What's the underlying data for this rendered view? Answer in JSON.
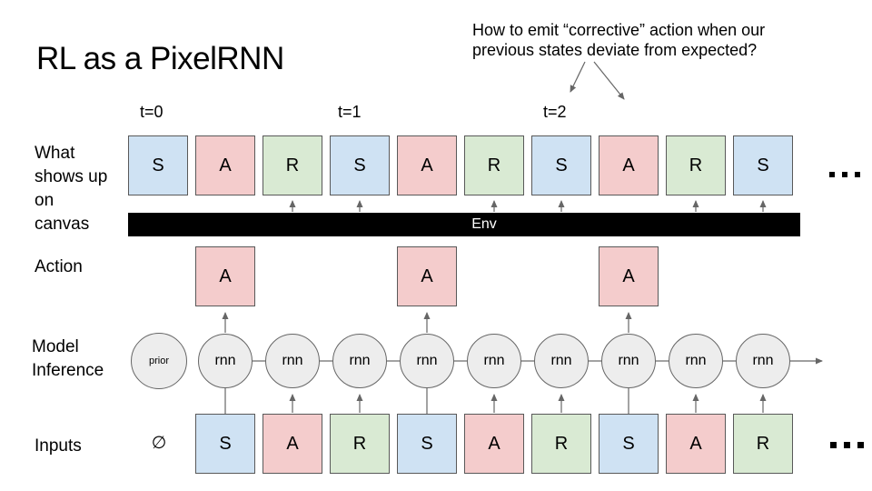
{
  "slide": {
    "title": "RL as a PixelRNN",
    "annotation": {
      "line1": "How to emit “corrective” action when our",
      "line2": "previous states deviate from expected?"
    },
    "time_labels": [
      "t=0",
      "t=1",
      "t=2"
    ],
    "row_labels": {
      "canvas_lines": [
        "What",
        "shows up",
        "on",
        "canvas"
      ],
      "action": "Action",
      "model_lines": [
        "Model",
        "Inference"
      ],
      "inputs": "Inputs"
    },
    "env_label": "Env",
    "canvas_row": {
      "cells": [
        {
          "letter": "S",
          "type": "state",
          "env_arrow": false
        },
        {
          "letter": "A",
          "type": "action",
          "env_arrow": false
        },
        {
          "letter": "R",
          "type": "reward",
          "env_arrow": true
        },
        {
          "letter": "S",
          "type": "state",
          "env_arrow": true
        },
        {
          "letter": "A",
          "type": "action",
          "env_arrow": false
        },
        {
          "letter": "R",
          "type": "reward",
          "env_arrow": true
        },
        {
          "letter": "S",
          "type": "state",
          "env_arrow": true
        },
        {
          "letter": "A",
          "type": "action",
          "env_arrow": false
        },
        {
          "letter": "R",
          "type": "reward",
          "env_arrow": true
        },
        {
          "letter": "S",
          "type": "state",
          "env_arrow": true
        }
      ],
      "ellipsis": "..."
    },
    "action_row": {
      "cells": [
        {
          "letter": "A"
        },
        {
          "letter": "A"
        },
        {
          "letter": "A"
        }
      ]
    },
    "model_row": {
      "prior_label": "prior",
      "nodes": [
        {
          "label": "rnn",
          "action_arrow": true
        },
        {
          "label": "rnn",
          "action_arrow": false
        },
        {
          "label": "rnn",
          "action_arrow": false
        },
        {
          "label": "rnn",
          "action_arrow": true
        },
        {
          "label": "rnn",
          "action_arrow": false
        },
        {
          "label": "rnn",
          "action_arrow": false
        },
        {
          "label": "rnn",
          "action_arrow": true
        },
        {
          "label": "rnn",
          "action_arrow": false
        },
        {
          "label": "rnn",
          "action_arrow": false
        }
      ]
    },
    "inputs_row": {
      "empty_symbol": "∅",
      "cells": [
        {
          "letter": "S",
          "type": "state",
          "connector": "line"
        },
        {
          "letter": "A",
          "type": "action",
          "connector": "arrow"
        },
        {
          "letter": "R",
          "type": "reward",
          "connector": "arrow"
        },
        {
          "letter": "S",
          "type": "state",
          "connector": "line"
        },
        {
          "letter": "A",
          "type": "action",
          "connector": "arrow"
        },
        {
          "letter": "R",
          "type": "reward",
          "connector": "arrow"
        },
        {
          "letter": "S",
          "type": "state",
          "connector": "line"
        },
        {
          "letter": "A",
          "type": "action",
          "connector": "arrow"
        },
        {
          "letter": "R",
          "type": "reward",
          "connector": "arrow"
        }
      ],
      "ellipsis": "..."
    },
    "colors": {
      "state": "#cfe2f3",
      "action": "#f4cccc",
      "reward": "#d9ead3",
      "node": "#ededed",
      "box_border": "#595959",
      "line": "#666666",
      "env_bg": "#000000",
      "env_text": "#ffffff",
      "text": "#000000",
      "background": "#ffffff"
    }
  }
}
